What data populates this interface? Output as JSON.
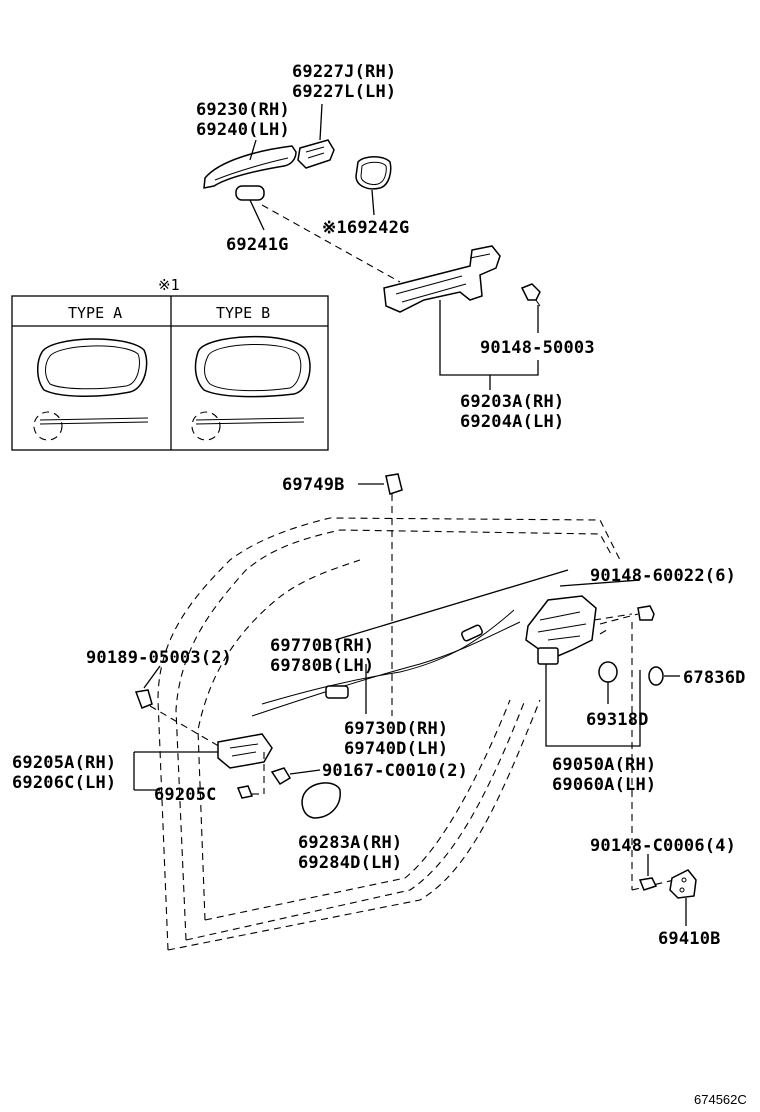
{
  "callouts": {
    "handle_cover": [
      "69227J(RH)",
      "69227L(LH)"
    ],
    "outside_handle": [
      "69230(RH)",
      "69240(LH)"
    ],
    "pad_small": "69241G",
    "pad_note": "※169242G",
    "frame_bolt": "90148-50003",
    "handle_frame": [
      "69203A(RH)",
      "69204A(LH)"
    ],
    "cable_clip": "69749B",
    "lock_screws": "90148-60022(6)",
    "cable_outer": [
      "69770B(RH)",
      "69780B(LH)"
    ],
    "clip_fastener": "90189-05003(2)",
    "washer": "67836D",
    "cable_inner": [
      "69730D(RH)",
      "69740D(LH)"
    ],
    "grommet": "69318D",
    "inside_handle": [
      "69205A(RH)",
      "69206C(LH)"
    ],
    "inside_screws": "90167-C0010(2)",
    "inside_plug": "69205C",
    "lock_assy": [
      "69050A(RH)",
      "69060A(LH)"
    ],
    "bezel": [
      "69283A(RH)",
      "69284D(LH)"
    ],
    "striker_screws": "90148-C0006(4)",
    "striker": "69410B"
  },
  "inset": {
    "mark": "※1",
    "type_a": "TYPE  A",
    "type_b": "TYPE  B"
  },
  "reference_code": "674562C"
}
